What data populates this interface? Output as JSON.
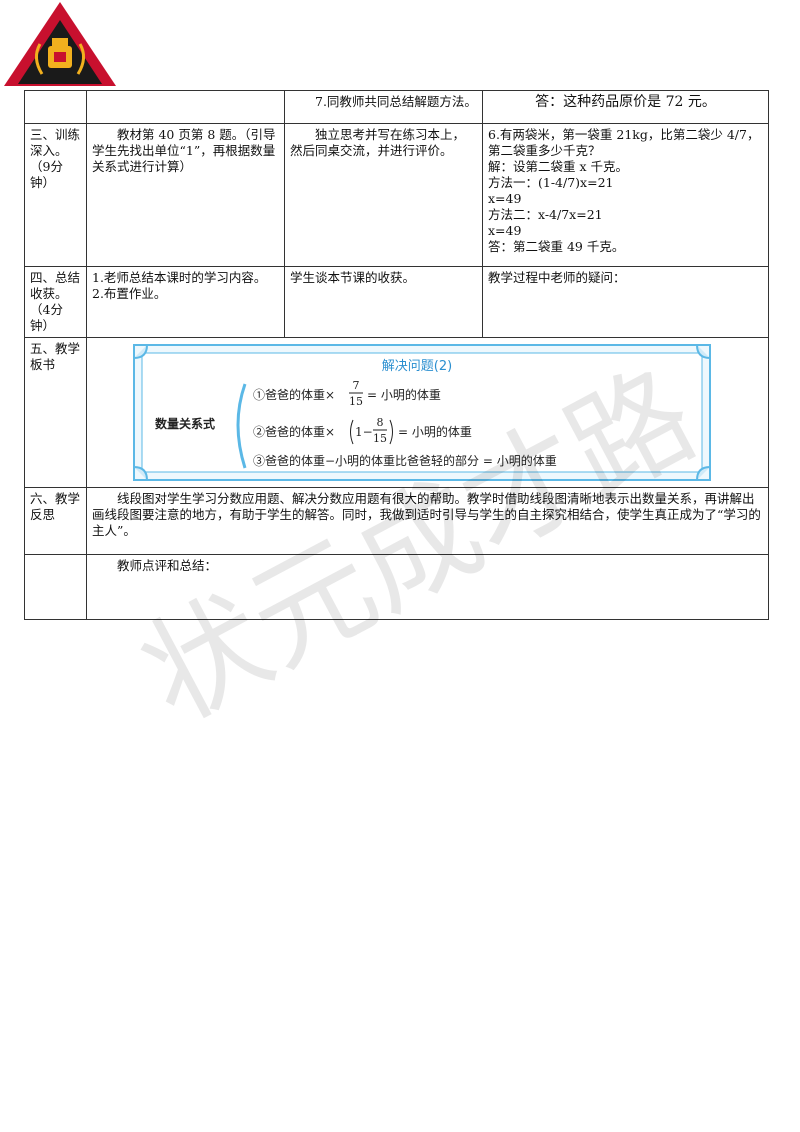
{
  "colors": {
    "board_border": "#5bb8e6",
    "board_title": "#2b8fd0",
    "logo_red": "#c8102e",
    "logo_black": "#1a1a1a",
    "logo_gold": "#f2b01e"
  },
  "rows": {
    "row1": {
      "student": "7.同教师共同总结解题方法。",
      "answer": "答：这种药品原价是 72 元。"
    },
    "row2": {
      "header": "三、训练深入。（9分钟）",
      "teacher": "教材第 40 页第 8 题。（引导学生先找出单位“1”，再根据数量关系式进行计算）",
      "student": "独立思考并写在练习本上，然后同桌交流，并进行评价。",
      "lines": [
        "6.有两袋米，第一袋重 21kg，比第二袋少 4/7，第二袋重多少千克？",
        "解：设第二袋重 x 千克。",
        "方法一：(1-4/7)x=21",
        "x=49",
        "方法二：x-4/7x=21",
        "x=49",
        "答：第二袋重 49 千克。"
      ]
    },
    "row3": {
      "header": "四、总结收获。（4分钟）",
      "teacher1": "1.老师总结本课时的学习内容。",
      "teacher2": "2.布置作业。",
      "student": "学生谈本节课的收获。",
      "other": "教学过程中老师的疑问："
    },
    "row4": {
      "header": "五、教学板书",
      "board": {
        "title": "解决问题(2)",
        "label": "数量关系式",
        "f1_pre": "①爸爸的体重×",
        "f1_num": "7",
        "f1_den": "15",
        "f1_post": "= 小明的体重",
        "f2_pre": "②爸爸的体重×",
        "f2_one": "1−",
        "f2_num": "8",
        "f2_den": "15",
        "f2_post": "= 小明的体重",
        "f3": "③爸爸的体重−小明的体重比爸爸轻的部分 = 小明的体重"
      }
    },
    "row5": {
      "header": "六、教学反思",
      "text": "线段图对学生学习分数应用题、解决分数应用题有很大的帮助。教学时借助线段图清晰地表示出数量关系，再讲解出画线段图要注意的地方，有助于学生的解答。同时，我做到适时引导与学生的自主探究相结合，使学生真正成为了“学习的主人”。"
    },
    "row6": {
      "text": "教师点评和总结："
    }
  },
  "watermark": {
    "text": "状元成才路"
  }
}
